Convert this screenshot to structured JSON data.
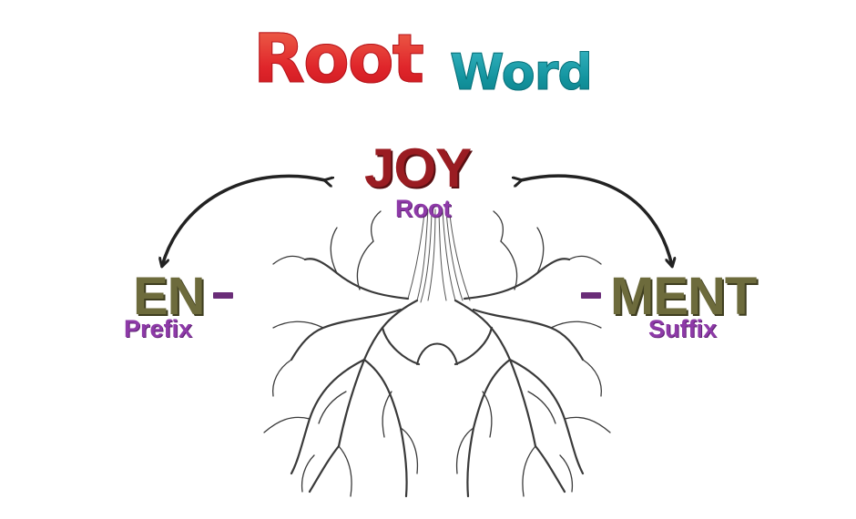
{
  "title": {
    "part1": "Root",
    "part2": "Word"
  },
  "root": {
    "word": "JOY",
    "label": "Root"
  },
  "prefix": {
    "word": "EN",
    "label": "Prefix"
  },
  "suffix": {
    "word": "MENT",
    "label": "Suffix"
  },
  "colors": {
    "title_root": "#e0262b",
    "title_word": "#13949f",
    "root_word": "#9a1c22",
    "affix_word": "#6d6b3c",
    "labels": "#8e3aa8",
    "dash": "#6a2d78",
    "arrows": "#222222"
  },
  "illustration": "root-system-drawing"
}
